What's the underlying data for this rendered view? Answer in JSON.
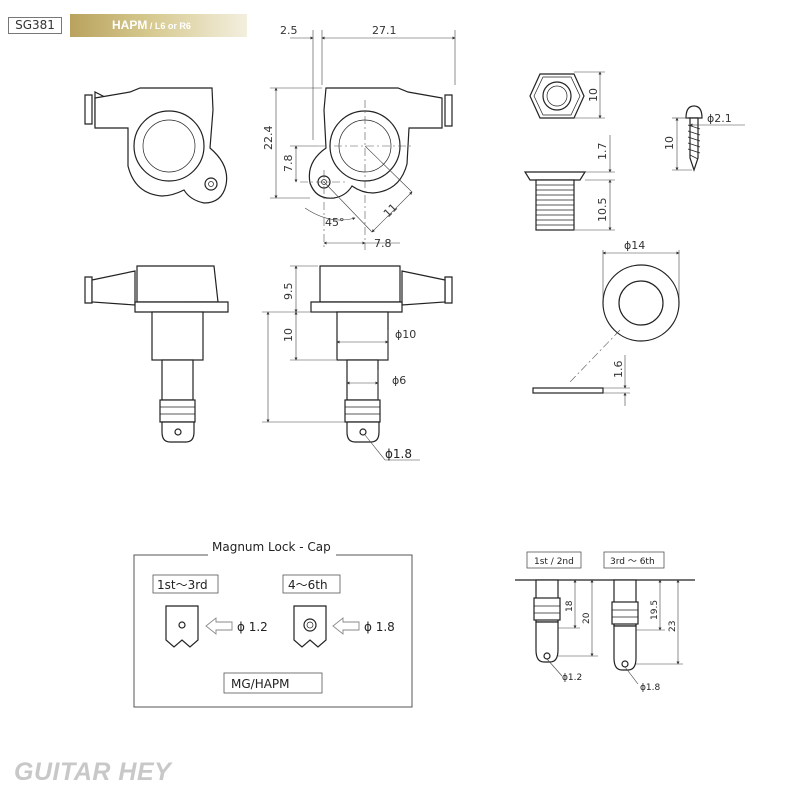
{
  "header": {
    "model": "SG381",
    "title": "HAPM",
    "subtitle": " / L6 or R6"
  },
  "dimensions": {
    "d_2_5": "2.5",
    "d_27_1": "27.1",
    "d_22_4": "22.4",
    "d_7_8a": "7.8",
    "d_7_8b": "7.8",
    "d_11": "11",
    "d_45": "45°",
    "d_9_5": "9.5",
    "d_10_post": "10",
    "d_phi10": "ϕ10",
    "d_phi6": "ϕ6",
    "d_phi1_8": "ϕ1.8",
    "d_10_nut": "10",
    "d_1_7": "1.7",
    "d_10_5": "10.5",
    "d_10_screw": "10",
    "d_phi2_1": "ϕ2.1",
    "d_phi14": "ϕ14",
    "d_1_6": "1.6"
  },
  "magnum_box": {
    "title": "Magnum Lock - Cap",
    "left_label": "1st～3rd",
    "right_label": "4～6th",
    "left_phi": "ϕ 1.2",
    "right_phi": "ϕ 1.8",
    "footer": "MG/HAPM"
  },
  "string_detail": {
    "left_title": "1st / 2nd",
    "right_title": "3rd ～ 6th",
    "left_d1": "18",
    "left_d2": "20",
    "right_d1": "19.5",
    "right_d2": "23",
    "left_phi": "ϕ1.2",
    "right_phi": "ϕ1.8"
  },
  "watermark": "GUITAR HEY"
}
